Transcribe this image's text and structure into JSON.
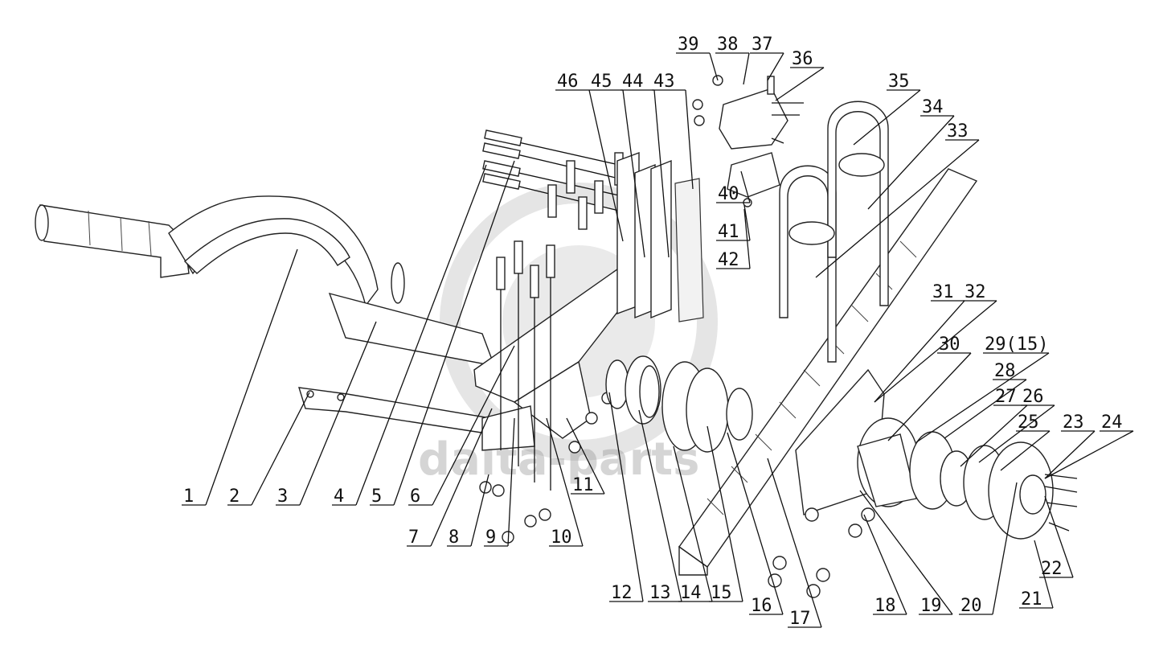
{
  "watermark": {
    "text": "dalta-parts"
  },
  "callouts": [
    {
      "label": "1"
    },
    {
      "label": "2"
    },
    {
      "label": "3"
    },
    {
      "label": "4"
    },
    {
      "label": "5"
    },
    {
      "label": "6"
    },
    {
      "label": "7"
    },
    {
      "label": "8"
    },
    {
      "label": "9"
    },
    {
      "label": "10"
    },
    {
      "label": "11"
    },
    {
      "label": "12"
    },
    {
      "label": "13"
    },
    {
      "label": "14"
    },
    {
      "label": "15"
    },
    {
      "label": "16"
    },
    {
      "label": "17"
    },
    {
      "label": "18"
    },
    {
      "label": "19"
    },
    {
      "label": "20"
    },
    {
      "label": "21"
    },
    {
      "label": "22"
    },
    {
      "label": "23"
    },
    {
      "label": "24"
    },
    {
      "label": "25"
    },
    {
      "label": "26"
    },
    {
      "label": "27"
    },
    {
      "label": "28"
    },
    {
      "label": "29(15)"
    },
    {
      "label": "30"
    },
    {
      "label": "31"
    },
    {
      "label": "32"
    },
    {
      "label": "33"
    },
    {
      "label": "34"
    },
    {
      "label": "35"
    },
    {
      "label": "36"
    },
    {
      "label": "37"
    },
    {
      "label": "38"
    },
    {
      "label": "39"
    },
    {
      "label": "40"
    },
    {
      "label": "41"
    },
    {
      "label": "42"
    },
    {
      "label": "43"
    },
    {
      "label": "44"
    },
    {
      "label": "45"
    },
    {
      "label": "46"
    }
  ]
}
